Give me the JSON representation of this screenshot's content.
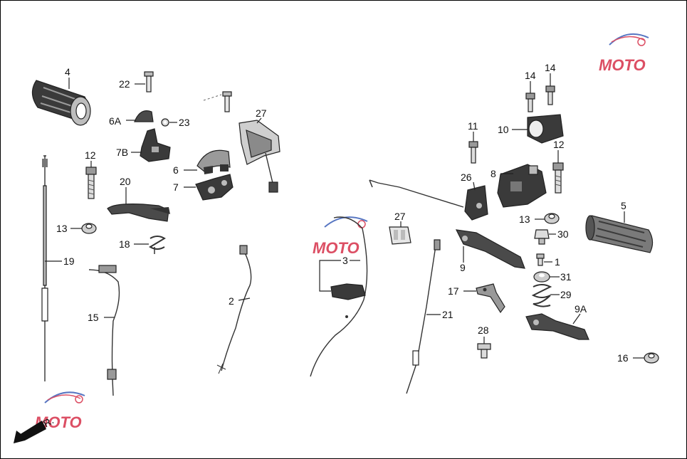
{
  "labels": {
    "p4": "4",
    "p22": "22",
    "p6a": "6A",
    "p23": "23",
    "p7b": "7B",
    "p12a": "12",
    "p27a": "27",
    "p6": "6",
    "p7": "7",
    "p20": "20",
    "p13a": "13",
    "p18": "18",
    "p19": "19",
    "p15": "15",
    "p2": "2",
    "p3": "3",
    "p27b": "27",
    "p21": "21",
    "p26": "26",
    "p9": "9",
    "p14a": "14",
    "p14b": "14",
    "p11": "11",
    "p10": "10",
    "p8": "8",
    "p12b": "12",
    "p13b": "13",
    "p5": "5",
    "p30": "30",
    "p1": "1",
    "p31": "31",
    "p29": "29",
    "p17": "17",
    "p9a": "9A",
    "p28": "28",
    "p16": "16"
  },
  "direction": {
    "text": "FR."
  },
  "watermark": {
    "brand": "MOTO",
    "accent": "#d6314a",
    "secondary": "#3a5fb8"
  },
  "colors": {
    "line": "#222222",
    "partDark": "#2a2a2a",
    "partMid": "#8a8a8a",
    "partLight": "#d9d9d9"
  }
}
